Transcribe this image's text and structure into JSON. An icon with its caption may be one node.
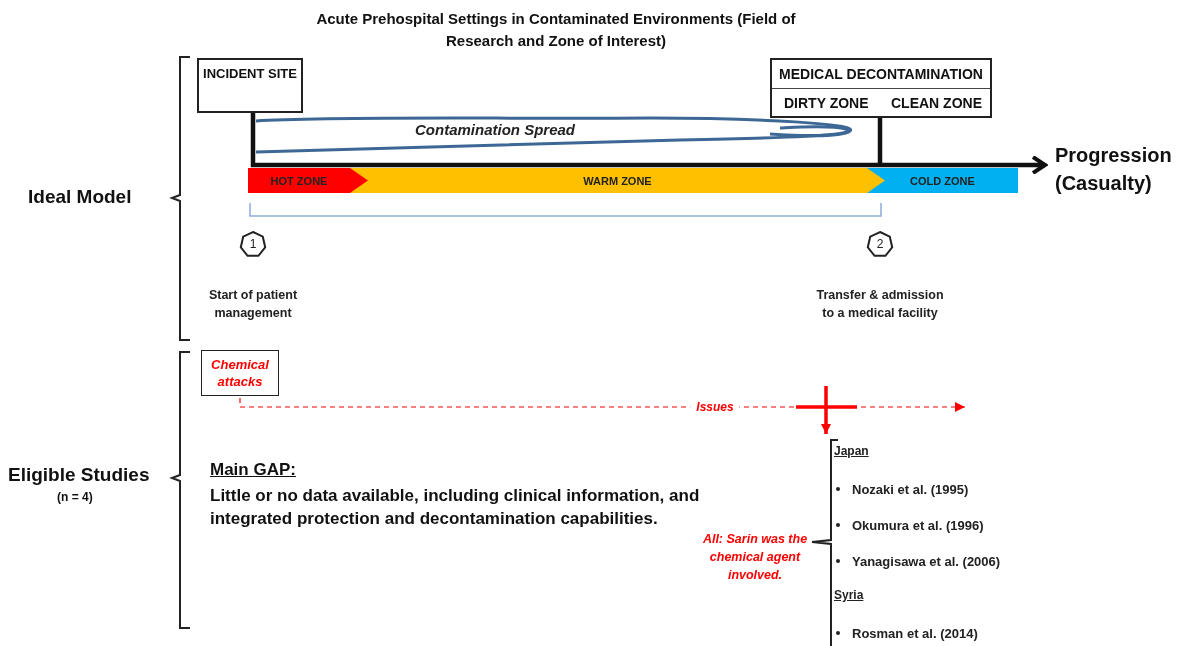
{
  "diagram": {
    "title": "Acute Prehospital Settings in Contaminated Environments (Field of Research and Zone of Interest)",
    "nodes": [
      {
        "text": [
          "INCIDENT SITE"
        ]
      },
      {
        "text": [
          "MEDICAL DECONTAMINATION",
          "DIRTY ZONE",
          "CLEAN ZONE"
        ]
      },
      {
        "text": [
          "Progression (Casualty)"
        ]
      },
      {
        "text": [
          "HOT ZONE"
        ]
      },
      {
        "text": [
          "WARM ZONE"
        ]
      },
      {
        "text": [
          "COLD ZONE"
        ]
      },
      {
        "text": [
          "1"
        ],
        "beside": [
          "Start of patient management"
        ]
      },
      {
        "text": [
          "2"
        ],
        "beside": [
          "Transfer & admission to a medical facility"
        ]
      },
      {
        "text": [
          "Chemical attacks"
        ]
      },
      {
        "text": [
          "Japan",
          "Nozaki et al. (1995)",
          "Okumura et al. (1996)",
          "Yanagisawa et al. (2006)",
          "Syria",
          "Rosman et al. (2014)"
        ]
      }
    ],
    "edges": [
      {
        "from": 0,
        "to": 2,
        "arrow": "to",
        "color": "#111111"
      },
      {
        "from": 8,
        "to": null,
        "arrow": "to",
        "label": "Issues",
        "style": "dashed",
        "color": "#ff0000"
      },
      {
        "from": null,
        "to": 9,
        "arrow": "to",
        "color": "#ff0000"
      },
      {
        "from": 1,
        "to": 5,
        "arrow": "none",
        "color": "#111111"
      }
    ],
    "labels": [
      "Ideal Model",
      "Eligible Studies",
      "(n = 4)",
      "Contamination Spread",
      "Main GAP:",
      "Little or no data available, including clinical information, and integrated protection and decontamination capabilities.",
      "All: Sarin was the chemical agent involved."
    ]
  }
}
